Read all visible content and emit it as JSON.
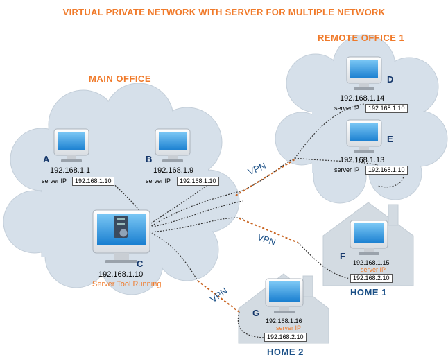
{
  "title": "VIRTUAL PRIVATE NETWORK WITH SERVER FOR MULTIPLE NETWORK",
  "sections": {
    "main_office": "MAIN OFFICE",
    "remote_office": "REMOTE OFFICE 1",
    "home1": "HOME 1",
    "home2": "HOME 2"
  },
  "vpn_label": "VPN",
  "server_ip_label": "server IP",
  "nodes": {
    "A": {
      "letter": "A",
      "ip": "192.168.1.1",
      "server_ip": "192.168.1.10"
    },
    "B": {
      "letter": "B",
      "ip": "192.168.1.9",
      "server_ip": "192.168.1.10"
    },
    "C": {
      "letter": "C",
      "ip": "192.168.1.10",
      "status": "Server Tool Running"
    },
    "D": {
      "letter": "D",
      "ip": "192.168.1.14",
      "server_ip": "192.168.1.10"
    },
    "E": {
      "letter": "E",
      "ip": "192.168.1.13",
      "server_ip": "192.168.1.10"
    },
    "F": {
      "letter": "F",
      "ip": "192.168.1.15",
      "server_ip": "192.168.2.10"
    },
    "G": {
      "letter": "G",
      "ip": "192.168.1.16",
      "server_ip": "192.168.2.10"
    }
  },
  "colors": {
    "cloud": "#d6e0ea",
    "house": "#d3dbe2",
    "accent": "#f07a2a",
    "label_blue": "#1a4f86",
    "screen": "#1a8fe0",
    "vpn_line": "#c8621e"
  }
}
